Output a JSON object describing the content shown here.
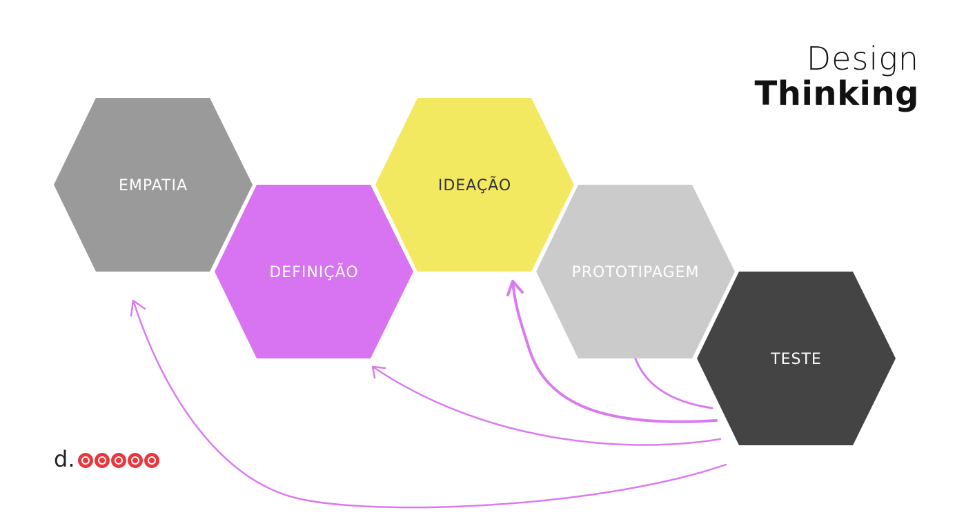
{
  "title": {
    "line1": "Design",
    "line2": "Thinking"
  },
  "colors": {
    "empatia": "#9a9a9a",
    "definicao": "#d873f1",
    "ideacao": "#f3e960",
    "prototipagem": "#cbcbcb",
    "teste": "#444444",
    "arrow": "#d97bf0"
  },
  "stages": [
    {
      "id": "empatia",
      "label": "EMPATIA",
      "text_color": "#ffffff"
    },
    {
      "id": "definicao",
      "label": "DEFINIÇÃO",
      "text_color": "#ffffff"
    },
    {
      "id": "ideacao",
      "label": "IDEAÇÃO",
      "text_color": "#333333"
    },
    {
      "id": "prototipagem",
      "label": "PROTOTIPAGEM",
      "text_color": "#ffffff"
    },
    {
      "id": "teste",
      "label": "TESTE",
      "text_color": "#ffffff"
    }
  ],
  "feedback_arrows": [
    {
      "from": "teste",
      "to": "empatia"
    },
    {
      "from": "teste",
      "to": "definicao"
    },
    {
      "from": "teste",
      "to": "ideacao"
    },
    {
      "from": "teste",
      "to": "prototipagem"
    }
  ],
  "logo": {
    "letter": "d",
    "dot": ".",
    "icon_names": [
      "logo-circle-1-icon",
      "logo-circle-2-icon",
      "logo-circle-3-icon",
      "logo-circle-4-icon",
      "logo-circle-5-icon"
    ]
  }
}
